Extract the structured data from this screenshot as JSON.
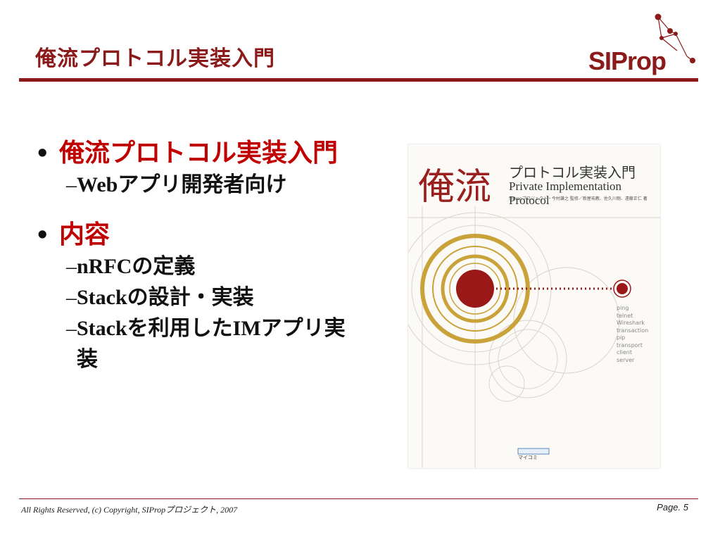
{
  "slide": {
    "title": "俺流プロトコル実装入門",
    "logo_text": "SIProp"
  },
  "bullets": [
    {
      "text": "俺流プロトコル実装入門",
      "children": [
        "Webアプリ開発者向け"
      ]
    },
    {
      "text": "内容",
      "children": [
        "nRFCの定義",
        "Stackの設計・実装",
        "Stackを利用したIMアプリ実装"
      ]
    }
  ],
  "bullet_marker": "•",
  "sub_bullet_marker": "–",
  "book_cover": {
    "title_kanji": "俺流",
    "title_jp": "プロトコル実装入門",
    "title_en": "Private Implementation Protocol",
    "authors": "SIPropプロジェクト・今村謙之 監修／新屋祐教、佐久川剛、遠藤正仁 著",
    "words": [
      "ping",
      "telnet",
      "Wireshark",
      "transaction",
      "pip",
      "transport",
      "client",
      "server"
    ],
    "publisher": "マイコミ"
  },
  "footer": {
    "copyright": "All Rights Reserved, (c) Copyright, SIPropプロジェクト, 2007",
    "page": "Page. 5"
  },
  "colors": {
    "accent": "#8b1a1a",
    "bullet_red": "#c00000",
    "gold": "#c9a23a"
  }
}
